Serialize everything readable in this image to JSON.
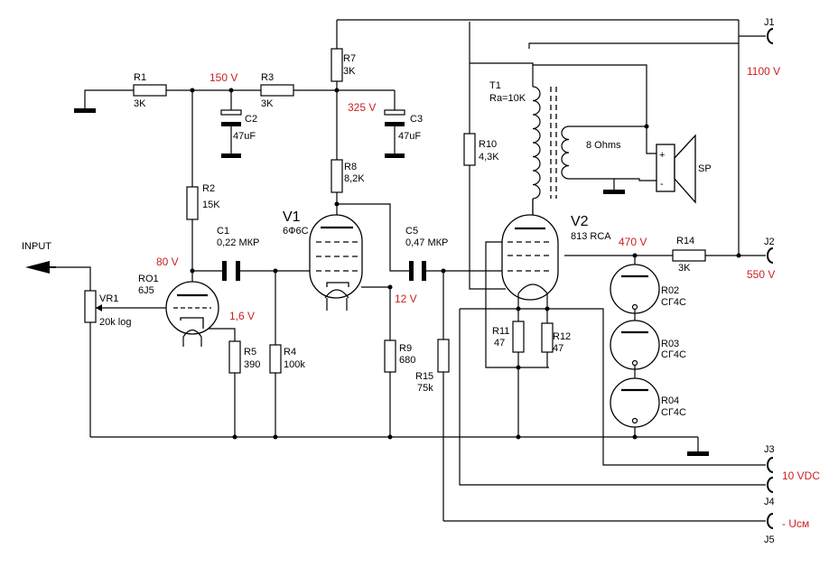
{
  "components": {
    "r1": {
      "ref": "R1",
      "value": "3K"
    },
    "r2": {
      "ref": "R2",
      "value": "15K"
    },
    "r3": {
      "ref": "R3",
      "value": "3K"
    },
    "r4": {
      "ref": "R4",
      "value": "100k"
    },
    "r5": {
      "ref": "R5",
      "value": "390"
    },
    "r7": {
      "ref": "R7",
      "value": "3K"
    },
    "r8": {
      "ref": "R8",
      "value": "8,2K"
    },
    "r9": {
      "ref": "R9",
      "value": "680"
    },
    "r10": {
      "ref": "R10",
      "value": "4,3K"
    },
    "r11": {
      "ref": "R11",
      "value": "47"
    },
    "r12": {
      "ref": "R12",
      "value": "47"
    },
    "r14": {
      "ref": "R14",
      "value": "3K"
    },
    "r15": {
      "ref": "R15",
      "value": "75k"
    },
    "c1": {
      "ref": "C1",
      "value": "0,22 МКР"
    },
    "c2": {
      "ref": "C2",
      "value": "47uF"
    },
    "c3": {
      "ref": "C3",
      "value": "47uF"
    },
    "c5": {
      "ref": "C5",
      "value": "0,47 МКР"
    },
    "vr1": {
      "ref": "VR1",
      "value": "20k log"
    },
    "ro1": {
      "ref": "RO1",
      "value": "6J5"
    },
    "v1": {
      "ref": "V1",
      "value": "6Ф6С"
    },
    "v2": {
      "ref": "V2",
      "value": "813 RCA"
    },
    "ro2": {
      "ref": "R02",
      "value": "СГ4С"
    },
    "ro3": {
      "ref": "R03",
      "value": "СГ4С"
    },
    "ro4": {
      "ref": "R04",
      "value": "СГ4С"
    },
    "t1": {
      "ref": "T1",
      "value": "Ra=10K"
    },
    "sp": {
      "ref": "SP",
      "value": "8 Ohms",
      "plus": "+",
      "minus": "-"
    }
  },
  "voltages": {
    "v150": "150 V",
    "v325": "325 V",
    "v80": "80 V",
    "v1_6": "1,6 V",
    "v12": "12 V",
    "v470": "470 V",
    "v1100": "1100 V",
    "v550": "550 V",
    "v10vdc": "10 VDC",
    "ucm": "- Uсм"
  },
  "jacks": {
    "j1": "J1",
    "j2": "J2",
    "j3": "J3",
    "j4": "J4",
    "j5": "J5"
  },
  "input_label": "INPUT",
  "colors": {
    "wire": "#000000",
    "voltage_label": "#cc1f1f",
    "background": "#ffffff"
  }
}
